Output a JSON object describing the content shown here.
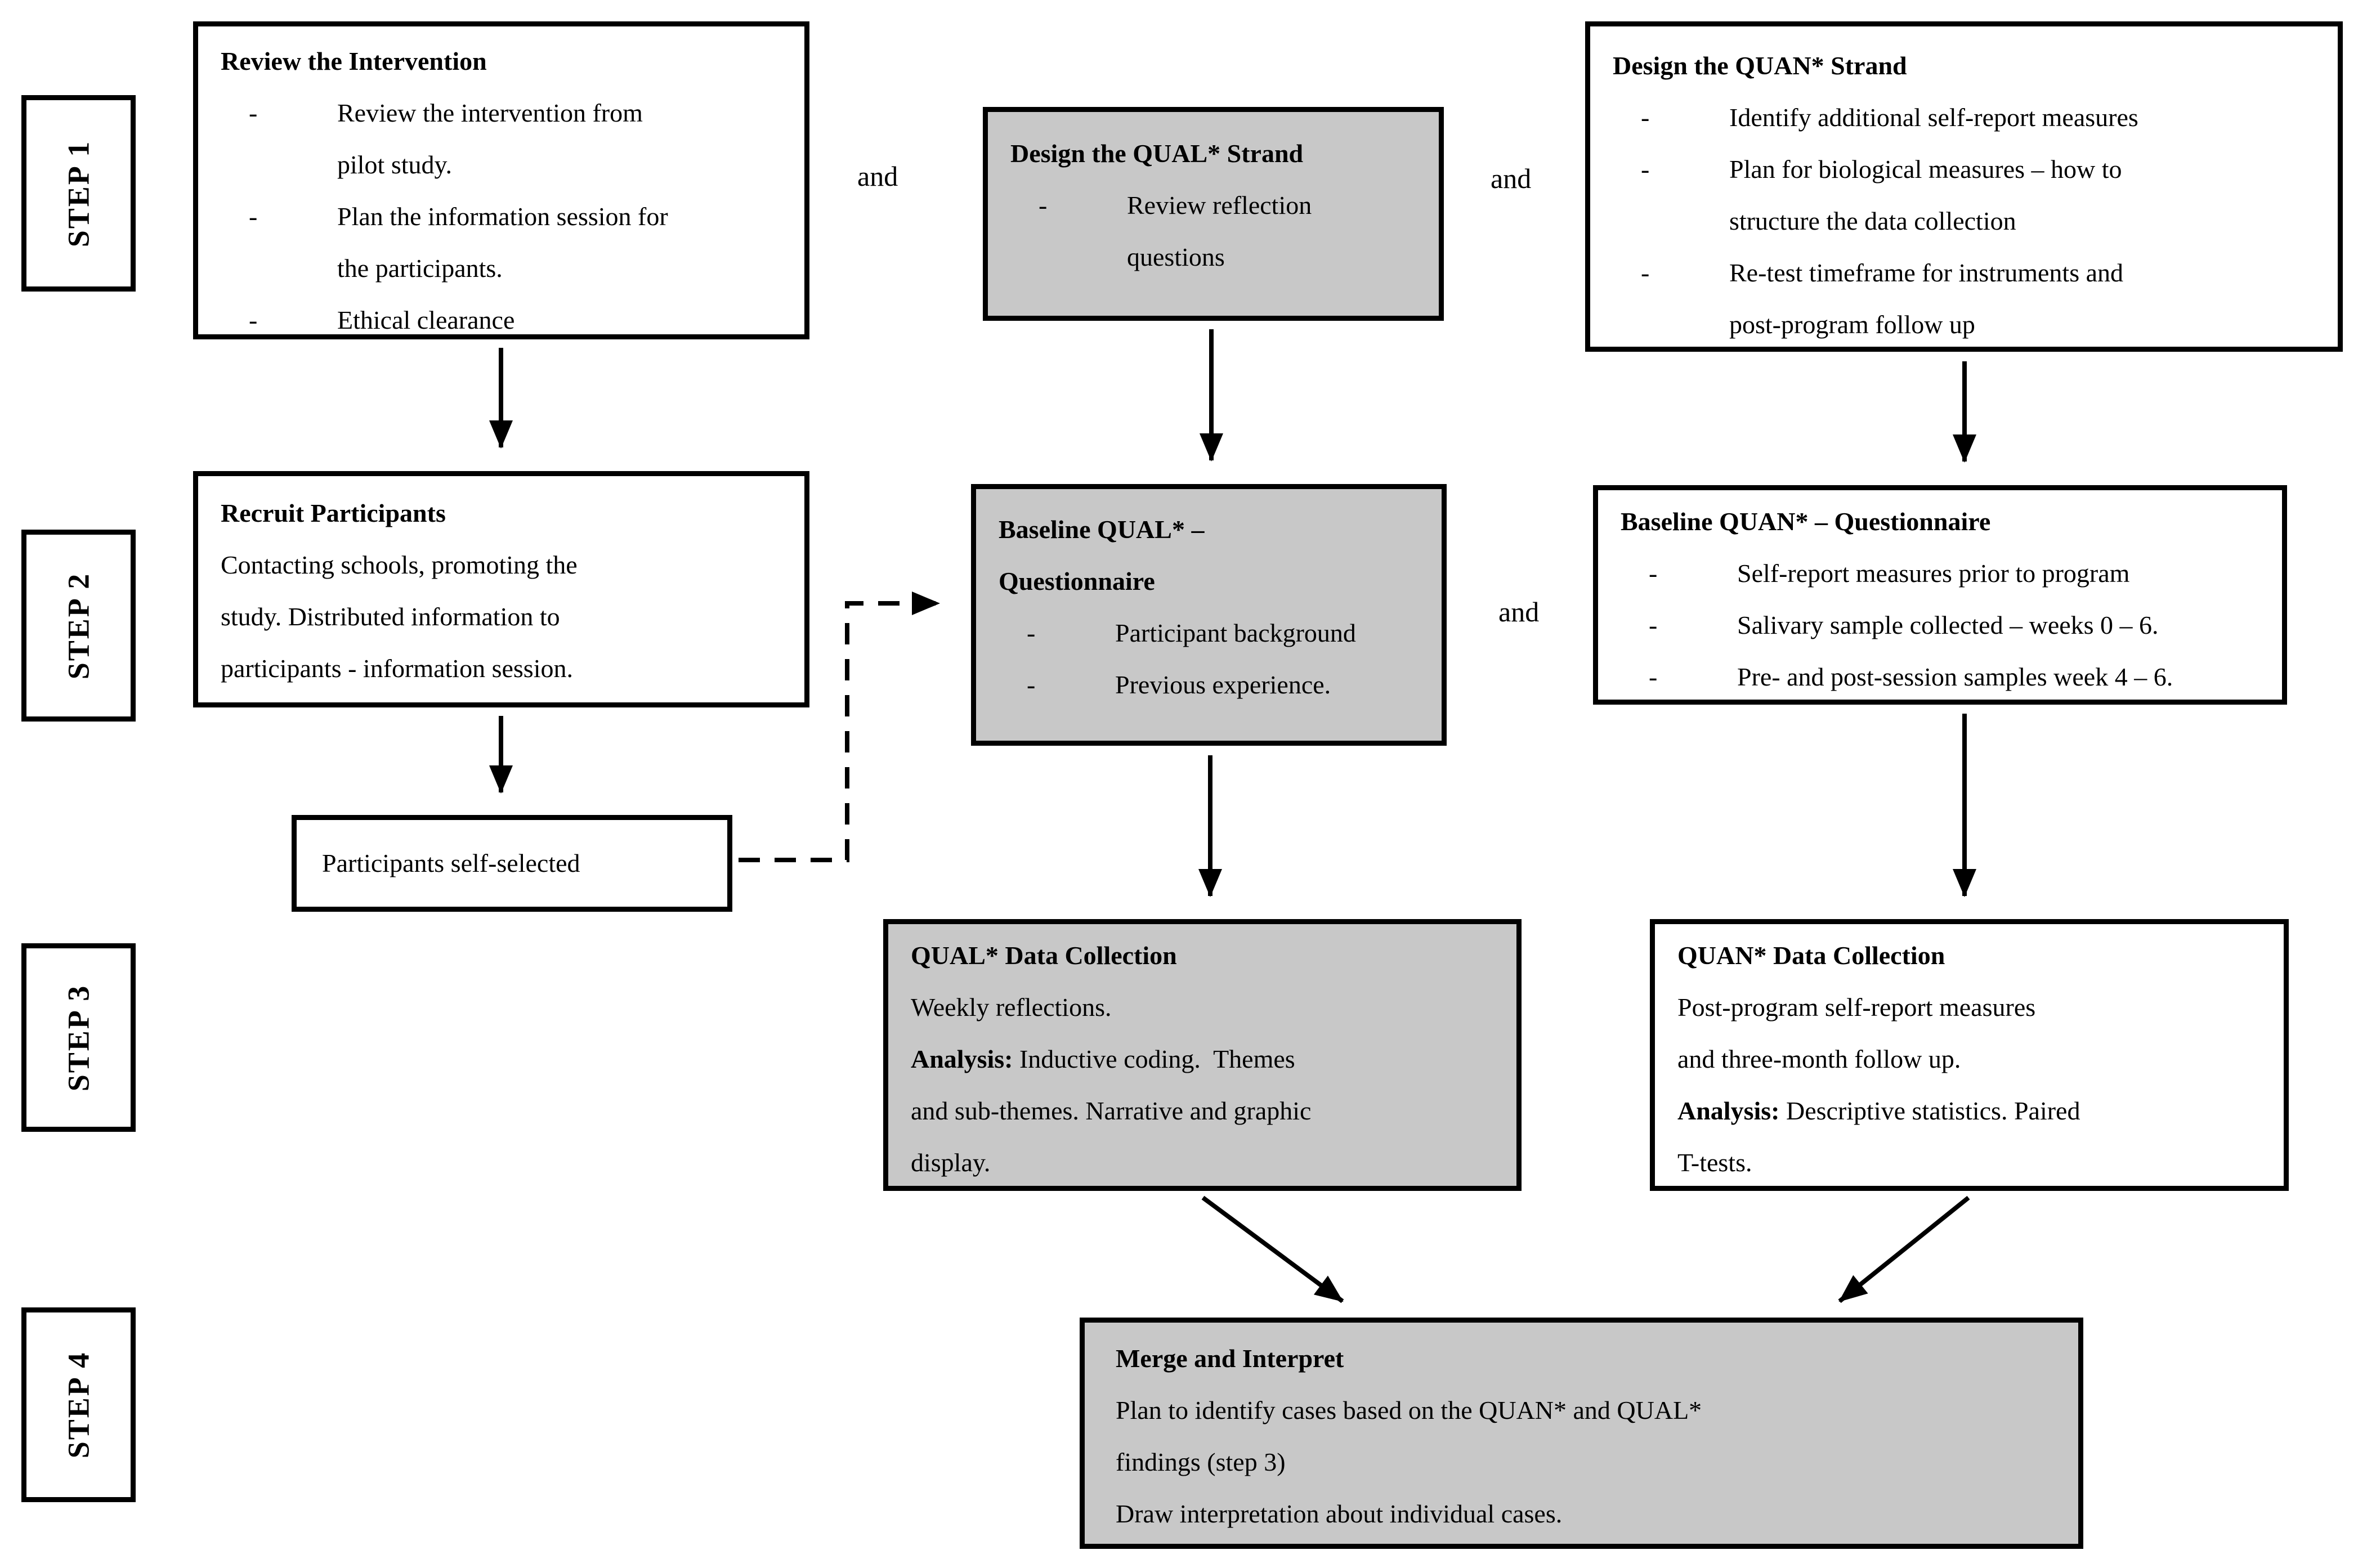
{
  "colors": {
    "border": "#000000",
    "box_fill_white": "#ffffff",
    "box_fill_gray": "#c8c8c8"
  },
  "labels": {
    "and1": "and",
    "and2": "and",
    "and3": "and",
    "bullet": "-"
  },
  "steps": [
    "STEP 1",
    "STEP 2",
    "STEP 3",
    "STEP 4"
  ],
  "boxes": {
    "review": {
      "title": "Review the Intervention",
      "bullets": [
        [
          "Review the intervention from",
          "pilot study."
        ],
        [
          "Plan the information session for",
          "the participants."
        ],
        [
          "Ethical clearance"
        ]
      ]
    },
    "qual_strand": {
      "title": "Design the QUAL* Strand",
      "bullets": [
        [
          "Review reflection",
          "questions"
        ]
      ]
    },
    "quan_strand": {
      "title": "Design the QUAN* Strand",
      "bullets": [
        [
          "Identify additional self-report measures"
        ],
        [
          "Plan for biological measures – how to",
          "structure the data collection"
        ],
        [
          "Re-test timeframe for instruments and",
          "post-program follow up"
        ]
      ]
    },
    "recruit": {
      "title": "Recruit Participants",
      "body_lines": [
        "Contacting schools, promoting the",
        "study. Distributed information to",
        "participants - information session."
      ]
    },
    "baseline_qual": {
      "title_line1": "Baseline QUAL* –",
      "title_line2": "Questionnaire",
      "bullets": [
        [
          "Participant background"
        ],
        [
          "Previous experience."
        ]
      ]
    },
    "baseline_quan": {
      "title": "Baseline QUAN* – Questionnaire",
      "bullets": [
        [
          "Self-report measures prior to program"
        ],
        [
          "Salivary sample collected – weeks 0 – 6."
        ],
        [
          "Pre- and post-session samples week 4 – 6."
        ]
      ]
    },
    "participants": {
      "label": "Participants self-selected"
    },
    "qual_data": {
      "title": "QUAL* Data Collection",
      "body_line1": "Weekly reflections.",
      "analysis_label": "Analysis:",
      "analysis_line1": " Inductive coding.  Themes",
      "analysis_line2": "and sub-themes. Narrative and graphic",
      "analysis_line3": "display."
    },
    "quan_data": {
      "title": "QUAN* Data Collection",
      "body_line1": "Post-program self-report measures",
      "body_line2": "and three-month follow up.",
      "analysis_label": "Analysis:",
      "analysis_line1": " Descriptive statistics. Paired",
      "analysis_line2": "T-tests."
    },
    "merge": {
      "title": "Merge and Interpret",
      "line1": "Plan to identify cases based on the QUAN* and QUAL*",
      "line2": "findings (step 3)",
      "line3": "Draw interpretation about individual cases."
    }
  }
}
